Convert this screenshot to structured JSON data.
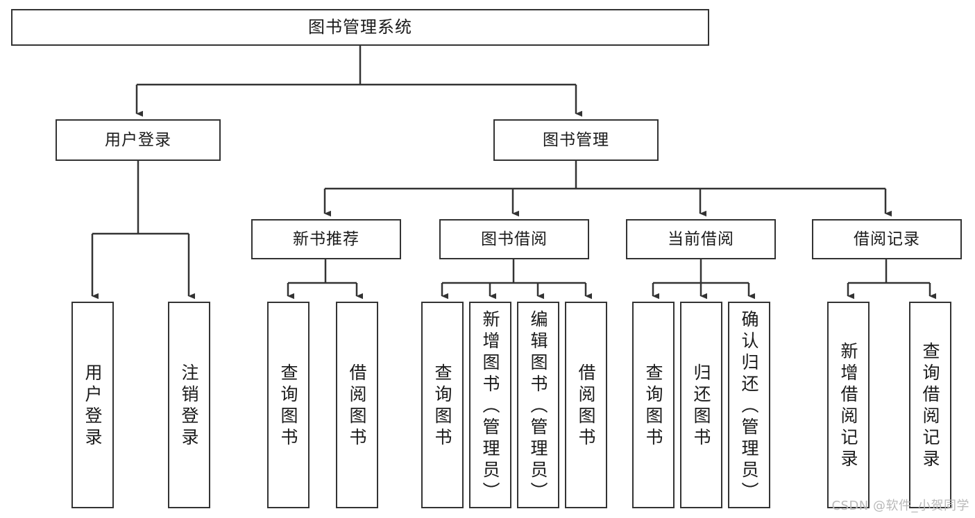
{
  "diagram": {
    "title": "图书管理系统",
    "type": "tree-hierarchy-chart",
    "watermark": "CSDN @软件_小贺同学",
    "colors": {
      "stroke": "#333333",
      "fill": "#ffffff",
      "text": "#1a1a1a",
      "watermark": "#b9b9b9"
    },
    "nodes": {
      "root": {
        "label": "图书管理系统"
      },
      "level1": [
        {
          "id": "user-login",
          "label": "用户登录"
        },
        {
          "id": "book-manage",
          "label": "图书管理"
        }
      ],
      "level2": [
        {
          "id": "new-book-recommend",
          "label": "新书推荐"
        },
        {
          "id": "book-borrow",
          "label": "图书借阅"
        },
        {
          "id": "current-borrow",
          "label": "当前借阅"
        },
        {
          "id": "borrow-record",
          "label": "借阅记录"
        }
      ],
      "leaves": {
        "user_login": [
          {
            "id": "leaf-user-login",
            "label": "用户登录"
          },
          {
            "id": "leaf-logout-login",
            "label": "注销登录"
          }
        ],
        "new_book_recommend": [
          {
            "id": "leaf-query-book-1",
            "label": "查询图书"
          },
          {
            "id": "leaf-borrow-book-1",
            "label": "借阅图书"
          }
        ],
        "book_borrow": [
          {
            "id": "leaf-query-book-2",
            "label": "查询图书"
          },
          {
            "id": "leaf-add-book",
            "label": "新增图书（管理员）"
          },
          {
            "id": "leaf-edit-book",
            "label": "编辑图书（管理员）"
          },
          {
            "id": "leaf-borrow-book-2",
            "label": "借阅图书"
          }
        ],
        "current_borrow": [
          {
            "id": "leaf-query-book-3",
            "label": "查询图书"
          },
          {
            "id": "leaf-return-book",
            "label": "归还图书"
          },
          {
            "id": "leaf-confirm-return",
            "label": "确认归还（管理员）"
          }
        ],
        "borrow_record": [
          {
            "id": "leaf-add-record",
            "label": "新增借阅记录"
          },
          {
            "id": "leaf-query-record",
            "label": "查询借阅记录"
          }
        ]
      }
    }
  }
}
